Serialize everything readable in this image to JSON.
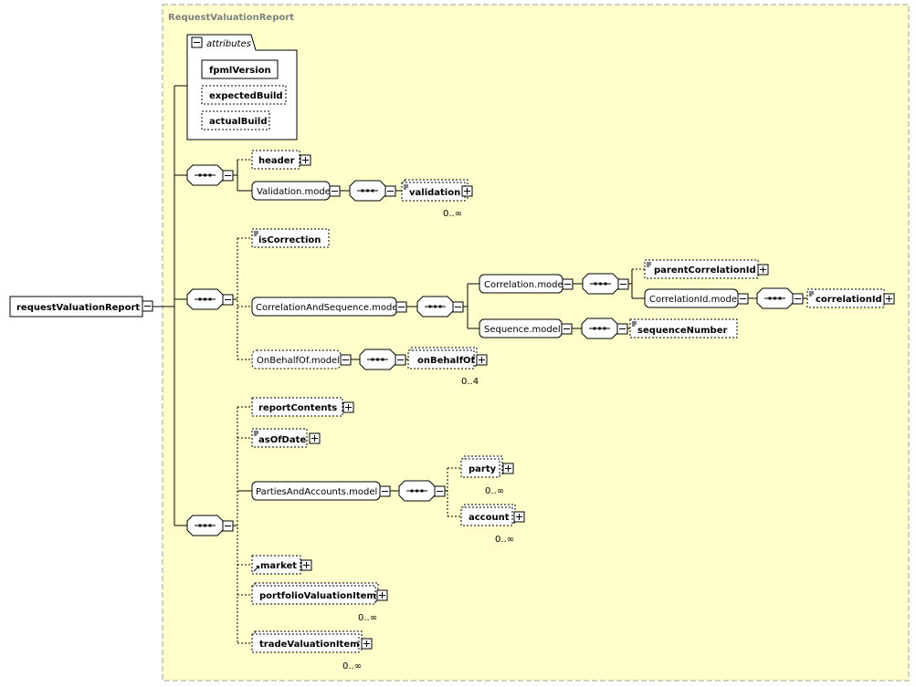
{
  "diagram": {
    "type_name": "RequestValuationReport",
    "root_element": "requestValuationReport",
    "attributes": {
      "label": "attributes",
      "items": [
        "fpmlVersion",
        "expectedBuild",
        "actualBuild"
      ]
    },
    "elements": {
      "header": "header",
      "validation_model": "Validation.model",
      "validation": "validation",
      "validation_card": "0..∞",
      "is_correction": "isCorrection",
      "correlation_and_sequence_model": "CorrelationAndSequence.model",
      "correlation_model": "Correlation.model",
      "parent_correlation_id": "parentCorrelationId",
      "correlation_id_model": "CorrelationId.model",
      "correlation_id": "correlationId",
      "sequence_model": "Sequence.model",
      "sequence_number": "sequenceNumber",
      "on_behalf_of_model": "OnBehalfOf.model",
      "on_behalf_of": "onBehalfOf",
      "on_behalf_of_card": "0..4",
      "report_contents": "reportContents",
      "as_of_date": "asOfDate",
      "parties_and_accounts_model": "PartiesAndAccounts.model",
      "party": "party",
      "party_card": "0..∞",
      "account": "account",
      "account_card": "0..∞",
      "market": "market",
      "portfolio_valuation_item": "portfolioValuationItem",
      "portfolio_valuation_item_card": "0..∞",
      "trade_valuation_item": "tradeValuationItem",
      "trade_valuation_item_card": "0..∞"
    },
    "colors": {
      "type_background": "#FFFFCC",
      "type_border": "#A0A0A0",
      "type_label": "#808080",
      "box_fill": "#FFFFFF",
      "line": "#000000"
    }
  }
}
